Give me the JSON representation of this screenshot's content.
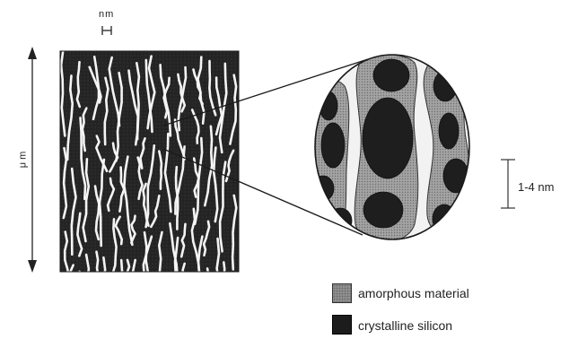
{
  "labels": {
    "nm_top": "nm",
    "micrometer": "μ m",
    "scale": "1-4  nm"
  },
  "legend": {
    "items": [
      {
        "label": "amorphous material",
        "color": "#9a9a9a"
      },
      {
        "label": "crystalline  silicon",
        "color": "#1c1c1c"
      }
    ]
  }
}
